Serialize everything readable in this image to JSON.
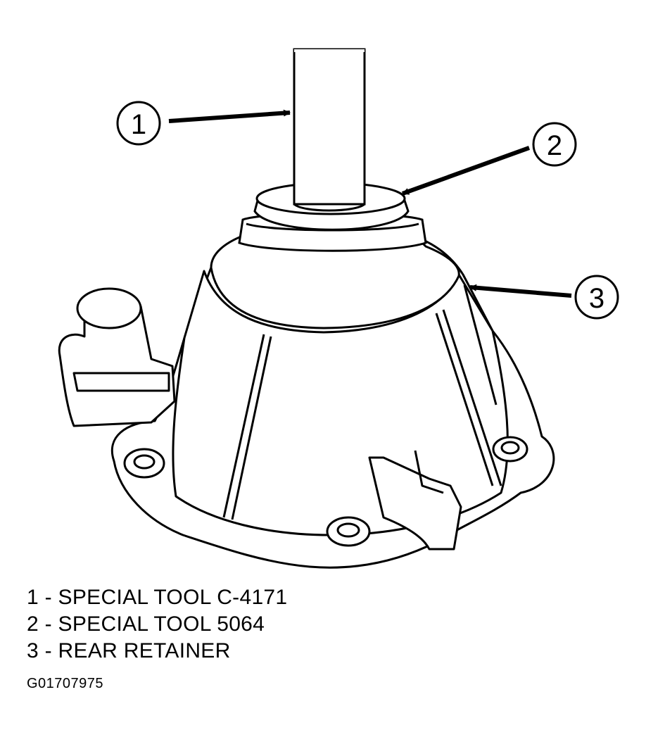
{
  "callouts": [
    {
      "number": "1"
    },
    {
      "number": "2"
    },
    {
      "number": "3"
    }
  ],
  "legend": [
    {
      "number": "1",
      "text": "1 - SPECIAL TOOL C-4171"
    },
    {
      "number": "2",
      "text": "2 - SPECIAL TOOL 5064"
    },
    {
      "number": "3",
      "text": "3 - REAR RETAINER"
    }
  ],
  "figure_id": "G01707975",
  "colors": {
    "line": "#000000",
    "background": "#ffffff"
  }
}
